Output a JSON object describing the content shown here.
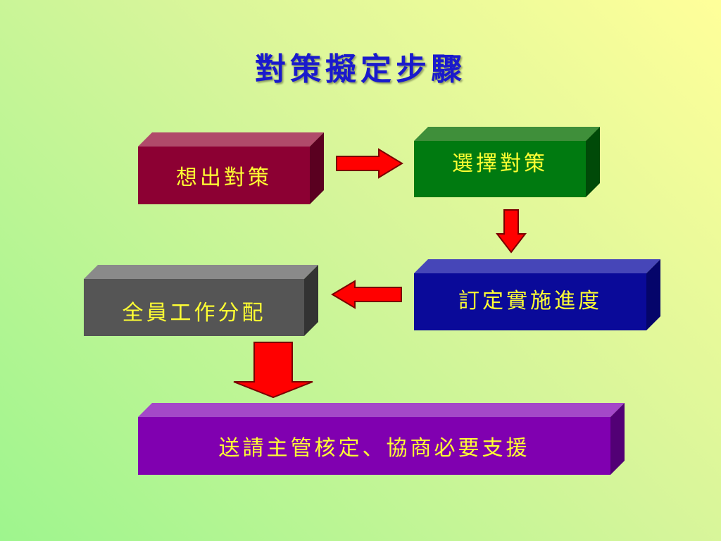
{
  "title": "對策擬定步驟",
  "steps": [
    {
      "label": "想出對策"
    },
    {
      "label": "選擇對策"
    },
    {
      "label": "訂定實施進度"
    },
    {
      "label": "全員工作分配"
    },
    {
      "label": "送請主管核定、協商必要支援"
    }
  ],
  "colors": {
    "title": "#1a1acc",
    "text": "#ffff33",
    "arrow_fill": "#ff0000",
    "step1": "#8c0033",
    "step2": "#007a10",
    "step3": "#0a0a99",
    "step4": "#555555",
    "step5": "#8000b0"
  },
  "icons": [
    "arrow-right-icon",
    "arrow-down-icon",
    "arrow-left-icon",
    "arrow-down-large-icon"
  ]
}
